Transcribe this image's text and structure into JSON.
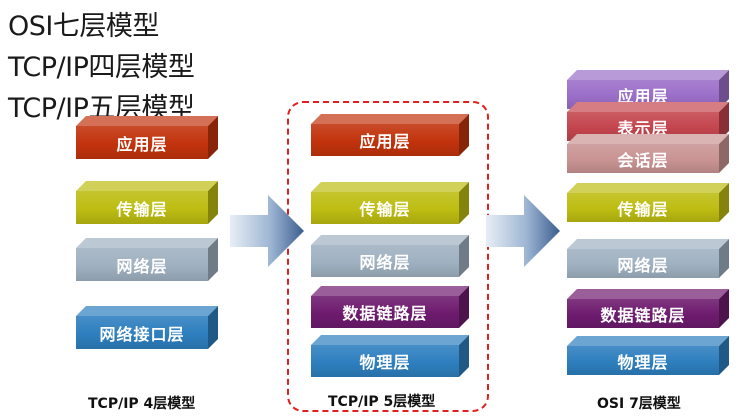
{
  "titles": {
    "line1": "OSI七层模型",
    "line2": "TCP/IP四层模型",
    "line3": "TCP/IP五层模型"
  },
  "colors": {
    "application": "#c2330c",
    "presentation": "#c4454e",
    "session": "#c99493",
    "transport": "#bdbd12",
    "network": "#9fb1c1",
    "datalink": "#6e1b6e",
    "physical": "#2e7fbf",
    "osi_application": "#9b6fc9",
    "frame": "#e02020"
  },
  "tcpip4": {
    "caption": "TCP/IP 4层模型",
    "layers": [
      {
        "label": "应用层",
        "color": "#c2330c"
      },
      {
        "label": "传输层",
        "color": "#bdbd12"
      },
      {
        "label": "网络层",
        "color": "#9fb1c1"
      },
      {
        "label": "网络接口层",
        "color": "#2e7fbf"
      }
    ]
  },
  "tcpip5": {
    "caption": "TCP/IP 5层模型",
    "layers": [
      {
        "label": "应用层",
        "color": "#c2330c"
      },
      {
        "label": "传输层",
        "color": "#bdbd12"
      },
      {
        "label": "网络层",
        "color": "#9fb1c1"
      },
      {
        "label": "数据链路层",
        "color": "#6e1b6e"
      },
      {
        "label": "物理层",
        "color": "#2e7fbf"
      }
    ]
  },
  "osi7": {
    "caption": "OSI 7层模型",
    "layers": [
      {
        "label": "应用层",
        "color": "#9b6fc9"
      },
      {
        "label": "表示层",
        "color": "#c4454e"
      },
      {
        "label": "会话层",
        "color": "#c99493"
      },
      {
        "label": "传输层",
        "color": "#bdbd12"
      },
      {
        "label": "网络层",
        "color": "#9fb1c1"
      },
      {
        "label": "数据链路层",
        "color": "#6e1b6e"
      },
      {
        "label": "物理层",
        "color": "#2e7fbf"
      }
    ]
  }
}
